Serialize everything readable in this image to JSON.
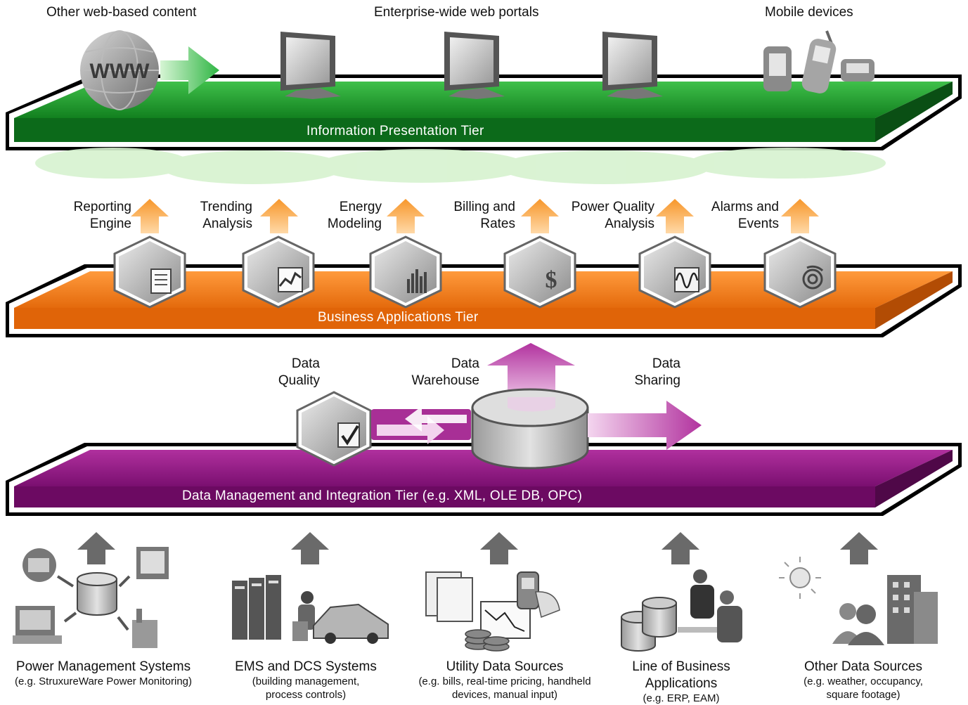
{
  "top": {
    "web_content": "Other web-based content",
    "portals": "Enterprise-wide web portals",
    "mobile": "Mobile devices",
    "www": "WWW"
  },
  "tiers": {
    "presentation": "Information Presentation Tier",
    "business": "Business Applications Tier",
    "data": "Data Management and Integration Tier (e.g. XML, OLE DB, OPC)"
  },
  "tier_colors": {
    "presentation": "#0c7a1d",
    "business": "#e86a10",
    "data": "#7b1070"
  },
  "apps": [
    {
      "line1": "Reporting",
      "line2": "Engine",
      "icon": "report-document-icon"
    },
    {
      "line1": "Trending",
      "line2": "Analysis",
      "icon": "trend-chart-icon"
    },
    {
      "line1": "Energy",
      "line2": "Modeling",
      "icon": "bar-chart-icon"
    },
    {
      "line1": "Billing and",
      "line2": "Rates",
      "icon": "currency-icon"
    },
    {
      "line1": "Power Quality",
      "line2": "Analysis",
      "icon": "waveform-icon"
    },
    {
      "line1": "Alarms and",
      "line2": "Events",
      "icon": "alarm-icon"
    }
  ],
  "data_labels": {
    "quality": {
      "line1": "Data",
      "line2": "Quality"
    },
    "warehouse": {
      "line1": "Data",
      "line2": "Warehouse"
    },
    "sharing": {
      "line1": "Data",
      "line2": "Sharing"
    }
  },
  "sources": [
    {
      "title": "Power Management Systems",
      "sub1": "(e.g. StruxureWare Power Monitoring)",
      "sub2": ""
    },
    {
      "title": "EMS and DCS Systems",
      "sub1": "(building management,",
      "sub2": "process controls)"
    },
    {
      "title": "Utility Data Sources",
      "sub1": "(e.g. bills, real-time pricing, handheld",
      "sub2": "devices, manual input)"
    },
    {
      "title": "Line of Business",
      "title2": "Applications",
      "sub1": "(e.g. ERP, EAM)",
      "sub2": ""
    },
    {
      "title": "Other Data Sources",
      "sub1": "(e.g. weather, occupancy,",
      "sub2": "square footage)"
    }
  ]
}
